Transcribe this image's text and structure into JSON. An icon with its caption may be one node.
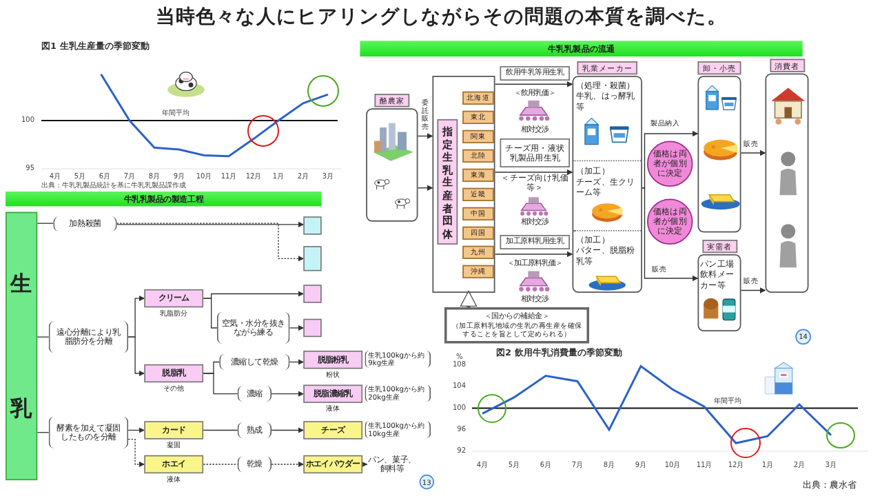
{
  "diagram": {
    "title": "当時色々な人にヒアリングしながらその問題の本質を調べた。",
    "caption": "出典：農水省",
    "nodes": [
      {
        "text": [
          "牛乳乳製品の流通"
        ]
      },
      {
        "text": [
          "酪農家"
        ]
      },
      {
        "text": [],
        "shape": "box"
      },
      {
        "text": [
          "指定生乳生産者団体"
        ],
        "in": 2
      },
      {
        "text": [
          "北海道"
        ],
        "in": 2
      },
      {
        "text": [
          "東北"
        ],
        "in": 2
      },
      {
        "text": [
          "関東"
        ],
        "in": 2
      },
      {
        "text": [
          "北陸"
        ],
        "in": 2
      },
      {
        "text": [
          "東海"
        ],
        "in": 2
      },
      {
        "text": [
          "近畿"
        ],
        "in": 2
      },
      {
        "text": [
          "中国"
        ],
        "in": 2
      },
      {
        "text": [
          "四国"
        ],
        "in": 2
      },
      {
        "text": [
          "九州"
        ],
        "in": 2
      },
      {
        "text": [
          "沖縄"
        ],
        "in": 2
      },
      {
        "text": [
          "飲用牛乳等用生乳"
        ]
      },
      {
        "text": [
          "チーズ用・液状乳製品用生乳"
        ]
      },
      {
        "text": [
          "加工原料乳用生乳"
        ]
      },
      {
        "text": [
          "＜国からの補給金＞",
          "（加工原料乳地域の生乳の再生産を確保することを旨として定められる）"
        ]
      },
      {
        "text": [
          "乳業メーカー",
          "（処理・殺菌）",
          "牛乳、はっ酵乳等",
          "（加工）",
          "チーズ、生クリーム等",
          "（加工）",
          "バター、脱脂粉乳等"
        ]
      },
      {
        "text": [
          "価格は両者が個別に決定"
        ]
      },
      {
        "text": [
          "価格は両者が個別に決定"
        ]
      },
      {
        "text": [
          "卸・小売"
        ]
      },
      {
        "text": [
          "実需者",
          "パン工場飲料メーカー等"
        ]
      },
      {
        "text": [
          "消費者"
        ]
      },
      {
        "text": [
          "牛乳乳製品の製造工程"
        ]
      },
      {
        "text": [
          "生乳"
        ]
      },
      {
        "text": [
          "加熱殺菌"
        ]
      },
      {
        "text": [],
        "shape": "box"
      },
      {
        "text": [],
        "shape": "box"
      },
      {
        "text": [
          "遠心分離により乳脂肪分を分離"
        ]
      },
      {
        "text": [
          "クリーム"
        ],
        "beside": [
          "乳脂肪分"
        ]
      },
      {
        "text": [],
        "shape": "box"
      },
      {
        "text": [
          "空気・水分を抜きながら練る"
        ]
      },
      {
        "text": [],
        "shape": "box"
      },
      {
        "text": [
          "脱脂乳"
        ],
        "beside": [
          "その他"
        ]
      },
      {
        "text": [
          "濃縮して乾燥"
        ]
      },
      {
        "text": [
          "脱脂粉乳"
        ],
        "beside": [
          "粉状"
        ]
      },
      {
        "text": [
          "濃縮"
        ]
      },
      {
        "text": [
          "脱脂濃縮乳"
        ],
        "beside": [
          "液体"
        ]
      },
      {
        "text": [
          "酵素を加えて凝固したものを分離"
        ]
      },
      {
        "text": [
          "カード"
        ],
        "beside": [
          "凝固"
        ]
      },
      {
        "text": [
          "熟成"
        ]
      },
      {
        "text": [
          "チーズ"
        ]
      },
      {
        "text": [
          "ホエイ"
        ],
        "beside": [
          "液体"
        ]
      },
      {
        "text": [
          "乾燥"
        ]
      },
      {
        "text": [
          "ホエイパウダー"
        ]
      },
      {
        "text": [
          "パン、菓子、飼料等"
        ]
      }
    ],
    "edges": [
      {
        "from": 1,
        "to": 2,
        "arrow": "to",
        "label": "委託販売"
      },
      {
        "from": 1,
        "to": 2,
        "arrow": "to"
      },
      {
        "from": 2,
        "to": 18,
        "arrow": "to"
      },
      {
        "from": 2,
        "to": 18,
        "arrow": "to"
      },
      {
        "from": 2,
        "to": 18,
        "arrow": "to"
      },
      {
        "from": 17,
        "to": 2,
        "arrow": "to",
        "style": "thick"
      },
      {
        "from": 18,
        "to": 21,
        "arrow": "to",
        "label": "製品納入"
      },
      {
        "from": 18,
        "to": 22,
        "arrow": "to",
        "label": "販売"
      },
      {
        "from": 21,
        "to": 23,
        "arrow": "to",
        "label": "販売"
      },
      {
        "from": 22,
        "to": 23,
        "arrow": "to",
        "label": "販売"
      },
      {
        "from": 25,
        "to": 26,
        "arrow": "none"
      },
      {
        "from": 26,
        "to": 27,
        "arrow": "to"
      },
      {
        "from": 26,
        "to": 28,
        "arrow": "to",
        "style": "dashed"
      },
      {
        "from": 25,
        "to": 29,
        "arrow": "none"
      },
      {
        "from": 29,
        "to": 30,
        "arrow": "to"
      },
      {
        "from": 29,
        "to": 34,
        "arrow": "to"
      },
      {
        "from": 30,
        "to": 31,
        "arrow": "to"
      },
      {
        "from": 30,
        "to": 32,
        "arrow": "none"
      },
      {
        "from": 32,
        "to": 33,
        "arrow": "to"
      },
      {
        "from": 34,
        "to": 35,
        "arrow": "none"
      },
      {
        "from": 35,
        "to": 36,
        "arrow": "to"
      },
      {
        "from": 34,
        "to": 37,
        "arrow": "none"
      },
      {
        "from": 37,
        "to": 38,
        "arrow": "to"
      },
      {
        "from": 25,
        "to": 39,
        "arrow": "none"
      },
      {
        "from": 39,
        "to": 40,
        "arrow": "to"
      },
      {
        "from": 39,
        "to": 43,
        "arrow": "to",
        "style": "dashed"
      },
      {
        "from": 40,
        "to": 41,
        "arrow": "none"
      },
      {
        "from": 41,
        "to": 42,
        "arrow": "to"
      },
      {
        "from": 43,
        "to": 44,
        "arrow": "none",
        "style": "dashed"
      },
      {
        "from": 44,
        "to": 45,
        "arrow": "to",
        "style": "dashed"
      },
      {
        "from": 45,
        "to": 46,
        "arrow": "to",
        "style": "dashed"
      }
    ],
    "labels": [
      "＜飲用乳価＞",
      "相対交渉",
      "＜チーズ向け乳価等＞",
      "相対交渉",
      "＜加工原料乳価＞",
      "相対交渉",
      "14",
      "生乳100kgから約9kg生産",
      "生乳100kgから約20kg生産",
      "生乳100kgから約10kg生産",
      "13",
      "図1 生乳生産量の季節変動",
      "100",
      "95",
      "年間平均",
      "4月",
      "5月",
      "6月",
      "7月",
      "8月",
      "9月",
      "10月",
      "11月",
      "12月",
      "1月",
      "2月",
      "3月",
      "出典：牛乳乳製品統計を基に牛乳乳製品課作成"
    ],
    "chart_data": {
      "type": "line",
      "title": "図2 飲用牛乳消費量の季節変動",
      "ylabel": "%",
      "categories": [
        "4月",
        "5月",
        "6月",
        "7月",
        "8月",
        "9月",
        "10月",
        "11月",
        "12月",
        "1月",
        "2月",
        "3月"
      ],
      "series": [
        {
          "color": "#2b62c8",
          "values": [
            99,
            102,
            106,
            105,
            96,
            107.8,
            103.5,
            100.3,
            93.5,
            94.8,
            100.7,
            95
          ]
        }
      ],
      "ylim": [
        92,
        108
      ],
      "yticks": [
        92,
        96,
        100,
        104,
        108
      ],
      "annotations": [
        "年間平均"
      ]
    }
  }
}
